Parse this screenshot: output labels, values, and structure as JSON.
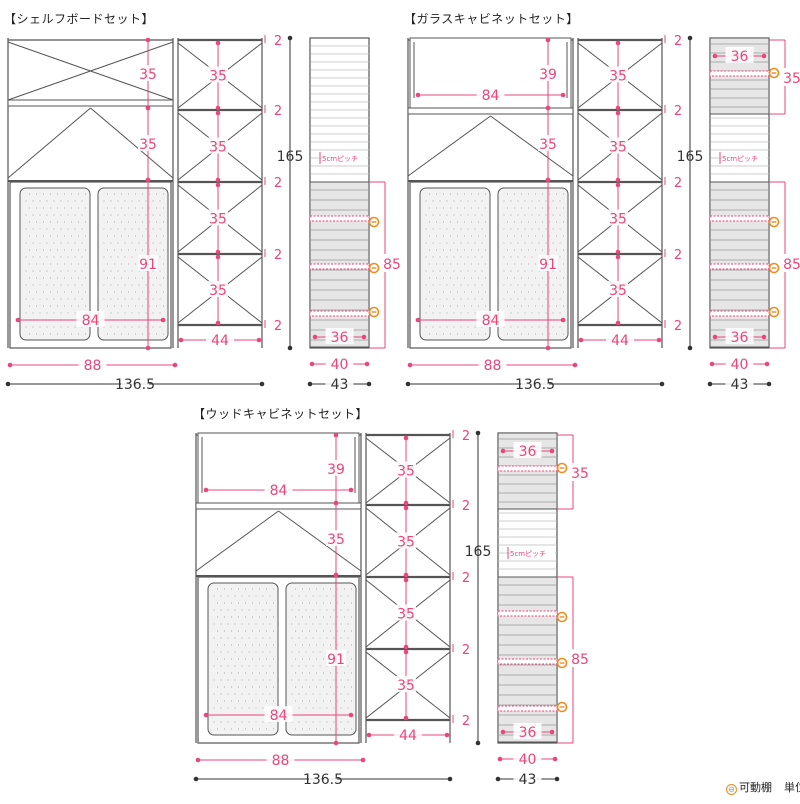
{
  "colors": {
    "frame": "#555555",
    "dim_pink": "#e8467c",
    "dim_black": "#333333",
    "movable_orange": "#f08c1e",
    "panel_fill": "#f2f2f2",
    "shelf_fill": "#e6e6e6"
  },
  "sets": [
    {
      "title": "【シェルフボードセット】",
      "top_type": "board",
      "dims": {
        "left_h1": "35",
        "left_h2": "35",
        "left_tall": "91",
        "inner_w": "84",
        "outer_w": "88",
        "rack_h": [
          "35",
          "35",
          "35",
          "35"
        ],
        "gap": [
          "2",
          "2",
          "2",
          "2",
          "2"
        ],
        "rack_w": "44",
        "total_w": "136.5",
        "height": "165",
        "pitch": "5cmピッチ",
        "side_depth_in": "36",
        "side_depth": "40",
        "side_depth_out": "43",
        "side_85": "85"
      }
    },
    {
      "title": "【ガラスキャビネットセット】",
      "top_type": "cabinet",
      "dims": {
        "top_h": "39",
        "top_w": "84",
        "left_h2": "35",
        "left_tall": "91",
        "inner_w": "84",
        "outer_w": "88",
        "rack_h": [
          "35",
          "35",
          "35",
          "35"
        ],
        "gap": [
          "2",
          "2",
          "2",
          "2",
          "2"
        ],
        "rack_w": "44",
        "total_w": "136.5",
        "height": "165",
        "pitch": "5cmピッチ",
        "side_top_in": "36",
        "side_35": "35",
        "side_depth_in": "36",
        "side_depth": "40",
        "side_depth_out": "43",
        "side_85": "85"
      }
    },
    {
      "title": "【ウッドキャビネットセット】",
      "top_type": "cabinet",
      "dims": {
        "top_h": "39",
        "top_w": "84",
        "left_h2": "35",
        "left_tall": "91",
        "inner_w": "84",
        "outer_w": "88",
        "rack_h": [
          "35",
          "35",
          "35",
          "35"
        ],
        "gap": [
          "2",
          "2",
          "2",
          "2",
          "2"
        ],
        "rack_w": "44",
        "total_w": "136.5",
        "height": "165",
        "pitch": "5cmピッチ",
        "side_top_in": "36",
        "side_35": "35",
        "side_depth_in": "36",
        "side_depth": "40",
        "side_depth_out": "43",
        "side_85": "85"
      }
    }
  ],
  "legend": {
    "symbol": "⊖",
    "movable_label": "可動棚",
    "unit_label": "単位：cm"
  }
}
